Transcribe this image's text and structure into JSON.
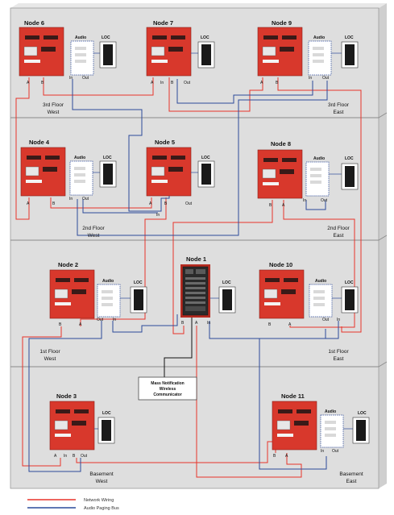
{
  "colors": {
    "network": "#e8342a",
    "audio": "#2c4a9a",
    "panel": "#d8382c",
    "panel_dark": "#b52a20",
    "building": "#dedede",
    "node1_body": "#2a2a2a"
  },
  "nodes": {
    "node6": {
      "title": "Node 6"
    },
    "node7": {
      "title": "Node 7"
    },
    "node9": {
      "title": "Node 9"
    },
    "node4": {
      "title": "Node 4"
    },
    "node5": {
      "title": "Node 5"
    },
    "node8": {
      "title": "Node 8"
    },
    "node2": {
      "title": "Node 2"
    },
    "node1": {
      "title": "Node 1"
    },
    "node10": {
      "title": "Node 10"
    },
    "node3": {
      "title": "Node 3"
    },
    "node11": {
      "title": "Node 11"
    }
  },
  "labels": {
    "audio": "Audio",
    "loc": "LOC",
    "a": "A",
    "b": "B",
    "in": "In",
    "out": "Out"
  },
  "floors": {
    "f3w_1": "3rd Floor",
    "f3w_2": "West",
    "f3e_1": "3rd Floor",
    "f3e_2": "East",
    "f2w_1": "2nd Floor",
    "f2w_2": "West",
    "f2e_1": "2nd Floor",
    "f2e_2": "East",
    "f1w_1": "1st Floor",
    "f1w_2": "West",
    "f1e_1": "1st Floor",
    "f1e_2": "East",
    "bw_1": "Basement",
    "bw_2": "West",
    "be_1": "Basement",
    "be_2": "East"
  },
  "mnwc": {
    "line1": "Mass Notification",
    "line2": "Wireless",
    "line3": "Communicator"
  },
  "legend": {
    "network": "Network Wiring",
    "audio": "Audio Paging Bus"
  }
}
